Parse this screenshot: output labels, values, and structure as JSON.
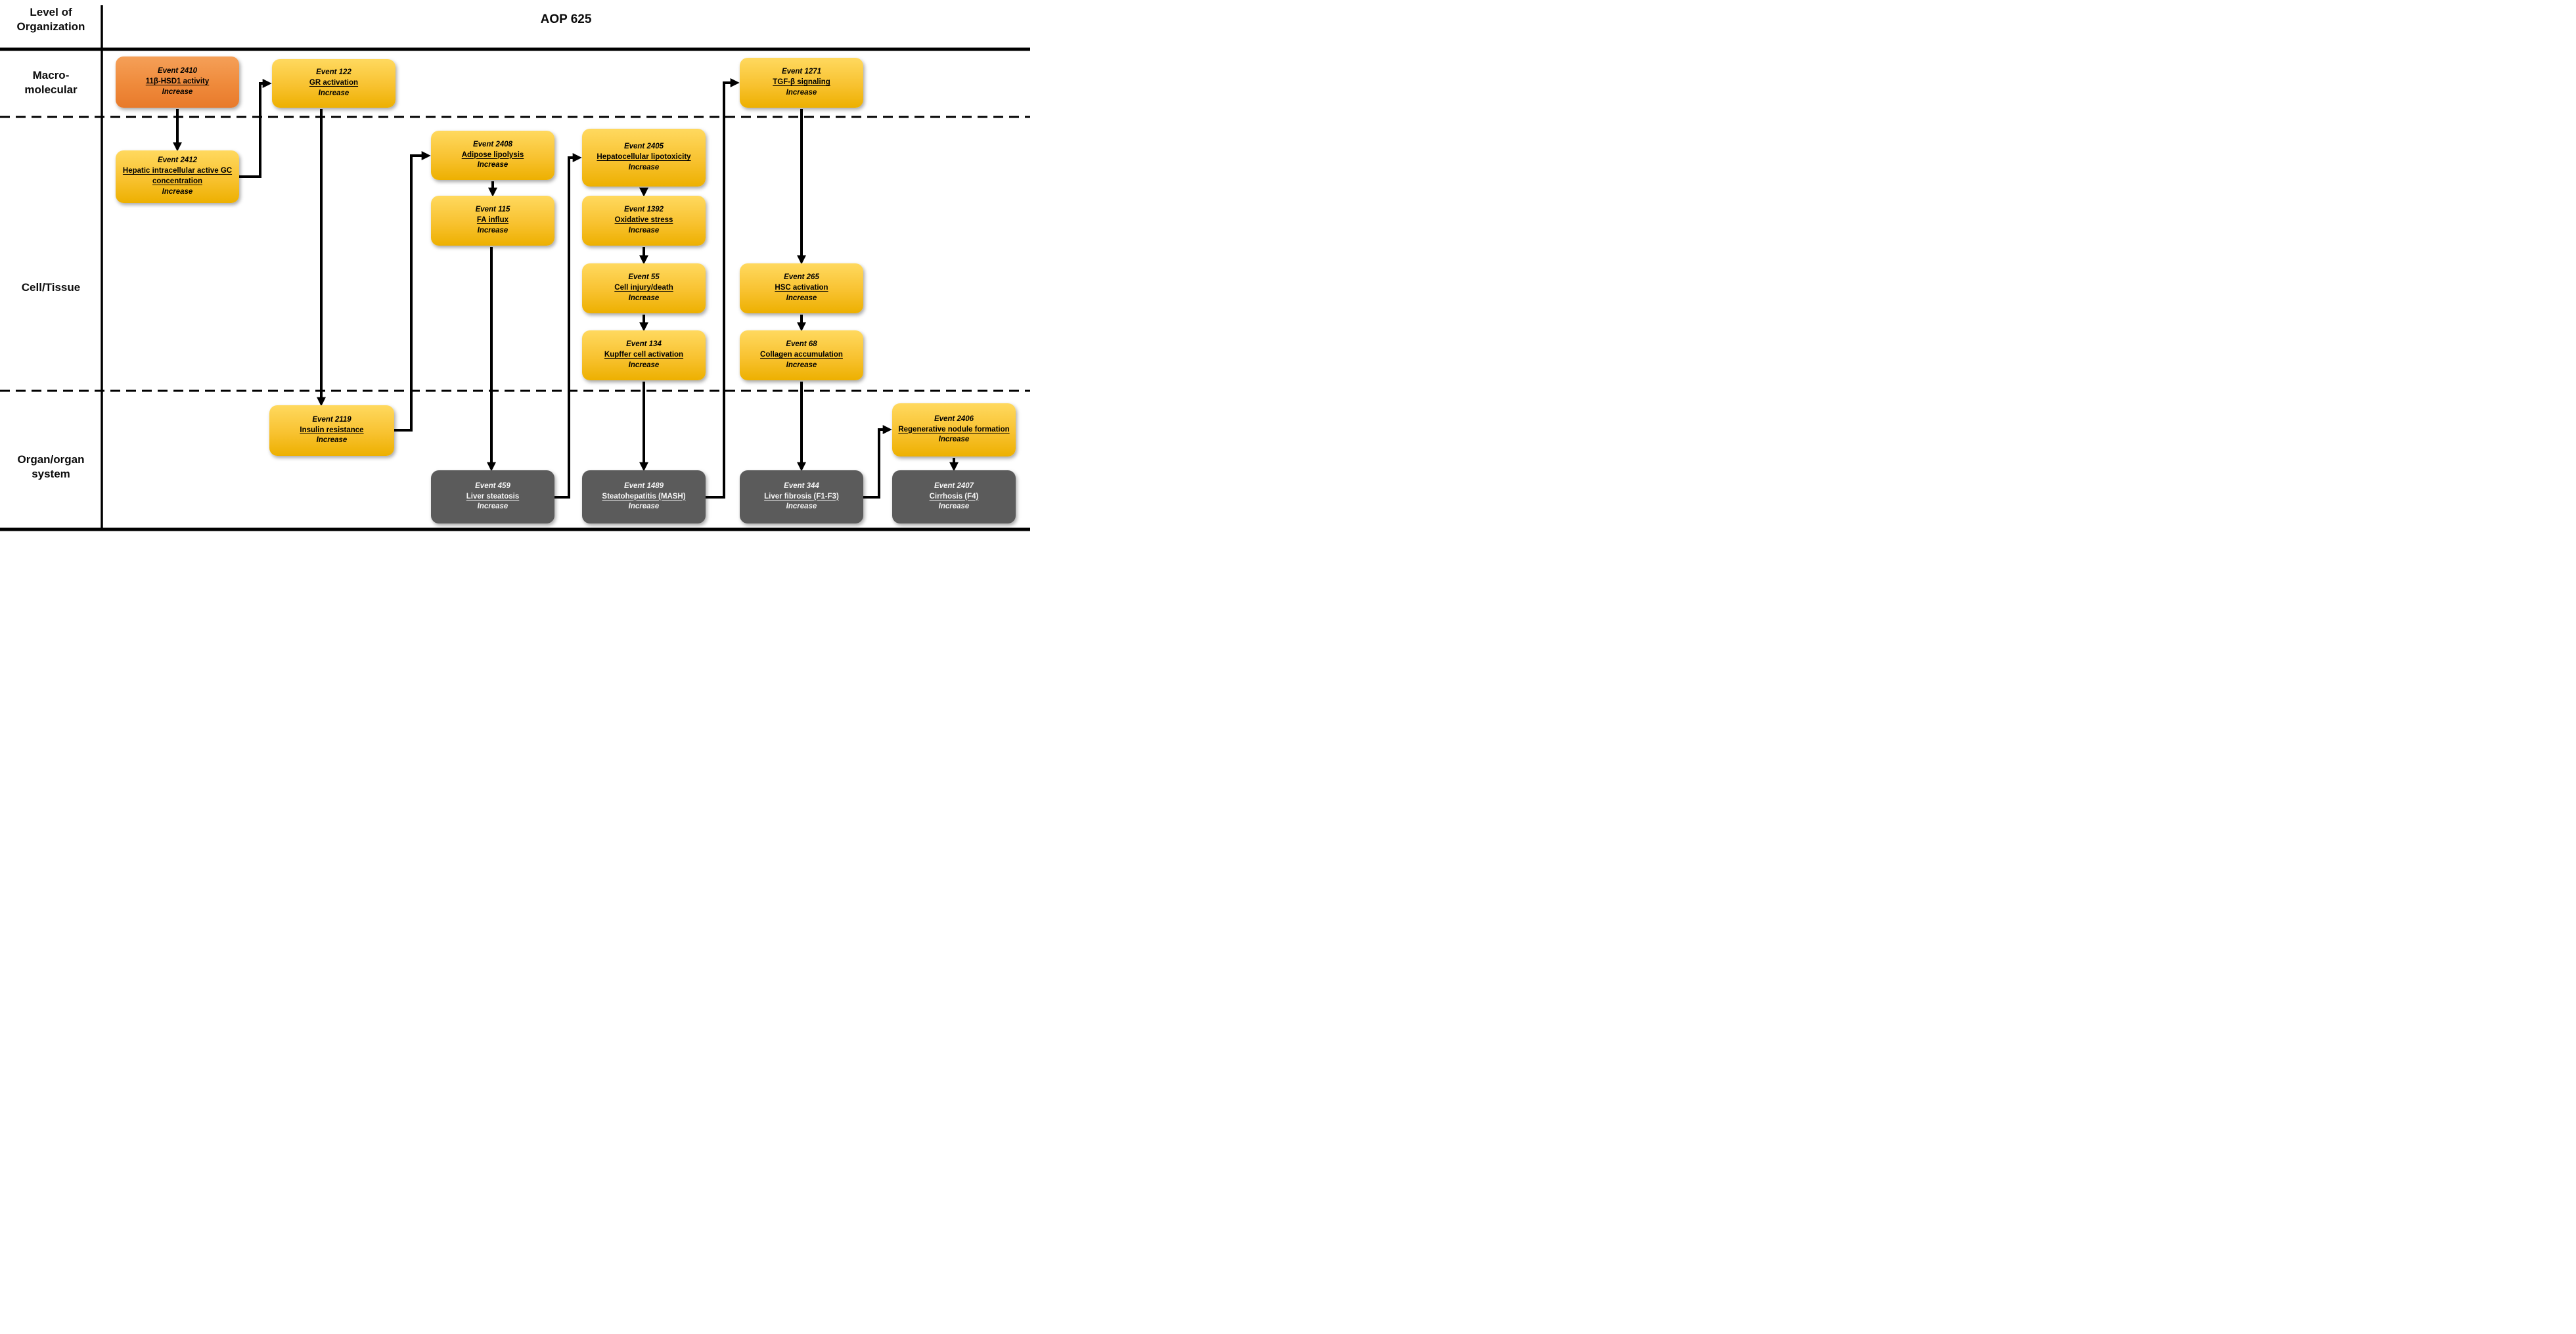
{
  "colors": {
    "mie_orange": "#E87A2B",
    "ke_yellow": "#F3B800",
    "ao_gray": "#5B5B5B",
    "line_black": "#000000",
    "background": "#FFFFFF"
  },
  "header": {
    "level_column_label": "Level of\nOrganization",
    "title": "AOP 625"
  },
  "levels": {
    "macro": "Macro-\nmolecular",
    "cell": "Cell/Tissue",
    "organ": "Organ/organ\nsystem"
  },
  "events": {
    "e2410": {
      "id": "Event 2410",
      "name": "11β-HSD1 activity",
      "direction": "Increase"
    },
    "e2412": {
      "id": "Event 2412",
      "name": "Hepatic intracellular active GC concentration",
      "direction": "Increase"
    },
    "e122": {
      "id": "Event 122",
      "name": "GR activation",
      "direction": "Increase"
    },
    "e2119": {
      "id": "Event 2119",
      "name": "Insulin resistance",
      "direction": "Increase"
    },
    "e2408": {
      "id": "Event 2408",
      "name": "Adipose lipolysis",
      "direction": "Increase"
    },
    "e115": {
      "id": "Event 115",
      "name": "FA influx",
      "direction": "Increase"
    },
    "e459": {
      "id": "Event 459",
      "name": "Liver steatosis",
      "direction": "Increase"
    },
    "e2405": {
      "id": "Event 2405",
      "name": "Hepatocellular lipotoxicity",
      "direction": "Increase"
    },
    "e1392": {
      "id": "Event 1392",
      "name": "Oxidative stress",
      "direction": "Increase"
    },
    "e55": {
      "id": "Event 55",
      "name": "Cell injury/death",
      "direction": "Increase"
    },
    "e134": {
      "id": "Event 134",
      "name": "Kupffer cell activation",
      "direction": "Increase"
    },
    "e1489": {
      "id": "Event 1489",
      "name": "Steatohepatitis (MASH)",
      "direction": "Increase"
    },
    "e1271": {
      "id": "Event 1271",
      "name": "TGF-β signaling",
      "direction": "Increase"
    },
    "e265": {
      "id": "Event 265",
      "name": "HSC activation",
      "direction": "Increase"
    },
    "e68": {
      "id": "Event 68",
      "name": "Collagen accumulation",
      "direction": "Increase"
    },
    "e344": {
      "id": "Event 344",
      "name": "Liver fibrosis (F1-F3)",
      "direction": "Increase"
    },
    "e2406": {
      "id": "Event 2406",
      "name": "Regenerative nodule formation",
      "direction": "Increase"
    },
    "e2407": {
      "id": "Event 2407",
      "name": "Cirrhosis (F4)",
      "direction": "Increase"
    }
  },
  "edges": [
    {
      "from": "Event 2410",
      "to": "Event 2412"
    },
    {
      "from": "Event 2412",
      "to": "Event 122"
    },
    {
      "from": "Event 122",
      "to": "Event 2119"
    },
    {
      "from": "Event 2119",
      "to": "Event 2408"
    },
    {
      "from": "Event 2408",
      "to": "Event 115"
    },
    {
      "from": "Event 115",
      "to": "Event 459"
    },
    {
      "from": "Event 459",
      "to": "Event 2405"
    },
    {
      "from": "Event 2405",
      "to": "Event 1392"
    },
    {
      "from": "Event 1392",
      "to": "Event 55"
    },
    {
      "from": "Event 55",
      "to": "Event 134"
    },
    {
      "from": "Event 134",
      "to": "Event 1489"
    },
    {
      "from": "Event 1489",
      "to": "Event 1271"
    },
    {
      "from": "Event 1271",
      "to": "Event 265"
    },
    {
      "from": "Event 265",
      "to": "Event 68"
    },
    {
      "from": "Event 68",
      "to": "Event 344"
    },
    {
      "from": "Event 344",
      "to": "Event 2406"
    },
    {
      "from": "Event 2406",
      "to": "Event 2407"
    }
  ]
}
